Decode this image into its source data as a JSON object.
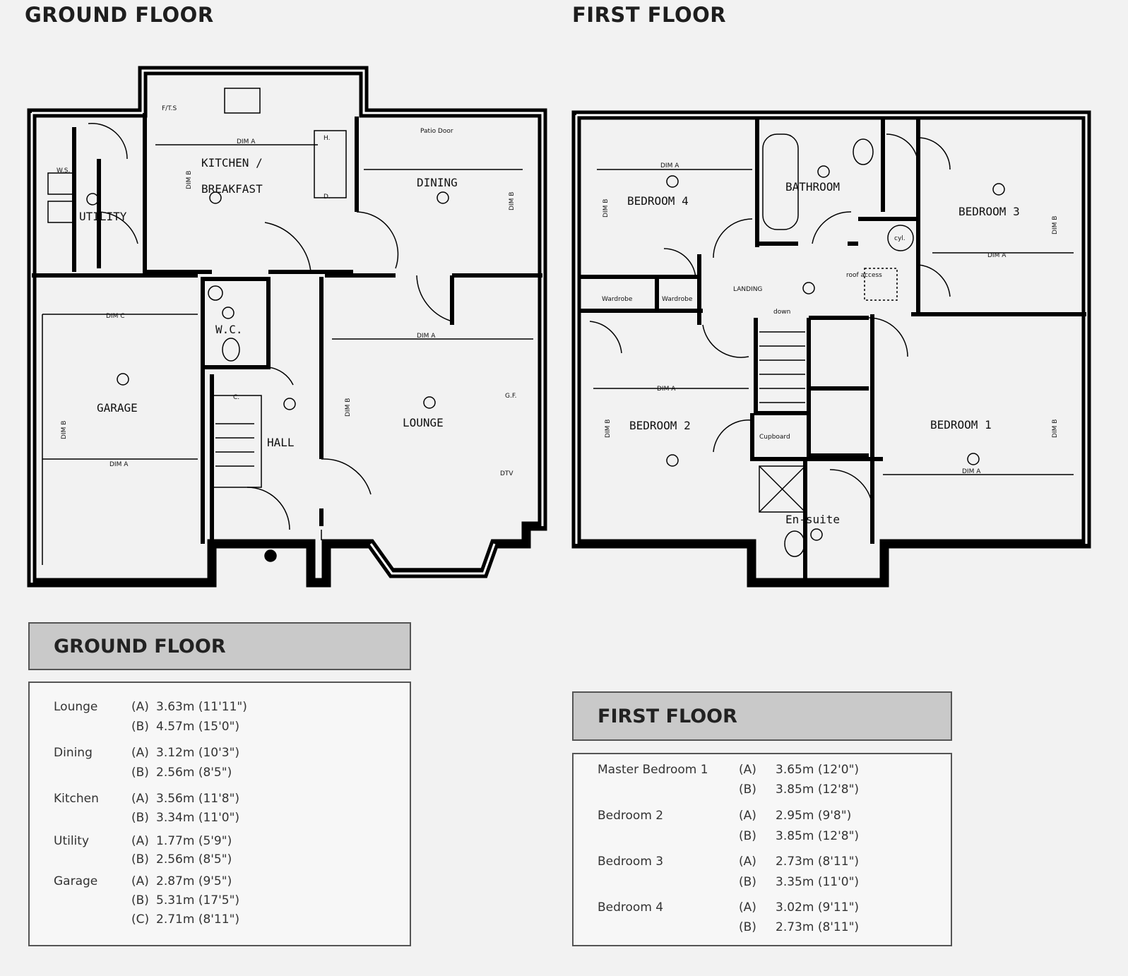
{
  "titles": {
    "ground": "GROUND FLOOR",
    "first": "FIRST FLOOR"
  },
  "ground_plan": {
    "rooms": {
      "kitchen1": "KITCHEN /",
      "kitchen2": "BREAKFAST",
      "utility": "UTILITY",
      "dining": "DINING",
      "garage": "GARAGE",
      "wc": "W.C.",
      "hall": "HALL",
      "lounge": "LOUNGE"
    },
    "small": {
      "fts": "F/T.S",
      "ws": "W.S.",
      "h": "H.",
      "d": "D.",
      "c": "C.",
      "patio": "Patio Door",
      "dimA": "DIM A",
      "dimB": "DIM B",
      "dimC": "DIM C",
      "gf": "G.F.",
      "dtv": "DTV"
    }
  },
  "first_plan": {
    "rooms": {
      "bed4": "BEDROOM 4",
      "bathroom": "BATHROOM",
      "bed3": "BEDROOM 3",
      "landing": "LANDING",
      "bed2": "BEDROOM 2",
      "bed1": "BEDROOM 1",
      "ensuite": "En-suite"
    },
    "small": {
      "wardrobe": "Wardrobe",
      "cupboard": "Cupboard",
      "down": "down",
      "cyl": "cyl.",
      "roof": "roof access",
      "dimA": "DIM A",
      "dimB": "DIM B"
    }
  },
  "ground_table": {
    "header": "GROUND FLOOR",
    "rows": [
      {
        "room": "Lounge",
        "a": "3.63m (11'11\")",
        "b": "4.57m (15'0\")"
      },
      {
        "room": "Dining",
        "a": "3.12m (10'3\")",
        "b": "2.56m (8'5\")"
      },
      {
        "room": "Kitchen",
        "a": "3.56m (11'8\")",
        "b": "3.34m (11'0\")"
      },
      {
        "room": "Utility",
        "a": "1.77m (5'9\")",
        "b": "2.56m (8'5\")"
      },
      {
        "room": "Garage",
        "a": "2.87m (9'5\")",
        "b": "5.31m (17'5\")",
        "c": "2.71m (8'11\")"
      }
    ],
    "labels": {
      "a": "(A)",
      "b": "(B)",
      "c": "(C)"
    }
  },
  "first_table": {
    "header": "FIRST FLOOR",
    "rows": [
      {
        "room": "Master Bedroom 1",
        "a": "3.65m (12'0\")",
        "b": "3.85m (12'8\")"
      },
      {
        "room": "Bedroom 2",
        "a": "2.95m (9'8\")",
        "b": "3.85m (12'8\")"
      },
      {
        "room": "Bedroom 3",
        "a": "2.73m (8'11\")",
        "b": "3.35m (11'0\")"
      },
      {
        "room": "Bedroom 4",
        "a": "3.02m (9'11\")",
        "b": "2.73m (8'11\")"
      }
    ],
    "labels": {
      "a": "(A)",
      "b": "(B)"
    }
  }
}
